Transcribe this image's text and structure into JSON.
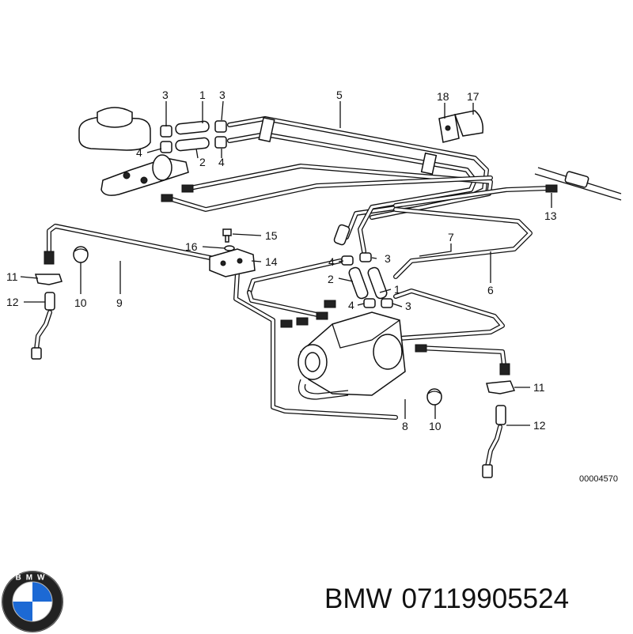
{
  "diagram": {
    "callouts": [
      {
        "id": "c1",
        "text": "1"
      },
      {
        "id": "c2",
        "text": "2"
      },
      {
        "id": "c3a",
        "text": "3"
      },
      {
        "id": "c3b",
        "text": "3"
      },
      {
        "id": "c4a",
        "text": "4"
      },
      {
        "id": "c4b",
        "text": "4"
      },
      {
        "id": "c5",
        "text": "5"
      },
      {
        "id": "c18",
        "text": "18"
      },
      {
        "id": "c17",
        "text": "17"
      },
      {
        "id": "c13",
        "text": "13"
      },
      {
        "id": "c15",
        "text": "15"
      },
      {
        "id": "c16",
        "text": "16"
      },
      {
        "id": "c14",
        "text": "14"
      },
      {
        "id": "c7",
        "text": "7"
      },
      {
        "id": "c6",
        "text": "6"
      },
      {
        "id": "c4c",
        "text": "4"
      },
      {
        "id": "c3c",
        "text": "3"
      },
      {
        "id": "c2b",
        "text": "2"
      },
      {
        "id": "c1b",
        "text": "1"
      },
      {
        "id": "c4d",
        "text": "4"
      },
      {
        "id": "c3d",
        "text": "3"
      },
      {
        "id": "c11a",
        "text": "11"
      },
      {
        "id": "c12a",
        "text": "12"
      },
      {
        "id": "c10a",
        "text": "10"
      },
      {
        "id": "c9",
        "text": "9"
      },
      {
        "id": "c11b",
        "text": "11"
      },
      {
        "id": "c12b",
        "text": "12"
      },
      {
        "id": "c8",
        "text": "8"
      },
      {
        "id": "c10b",
        "text": "10"
      }
    ],
    "reference_number": "00004570"
  },
  "brand": {
    "logo_letters": "BMW",
    "name": "BMW",
    "part_number": "07119905524",
    "colors": {
      "blue": "#1c69d4",
      "ring": "#222222",
      "white": "#ffffff"
    }
  }
}
